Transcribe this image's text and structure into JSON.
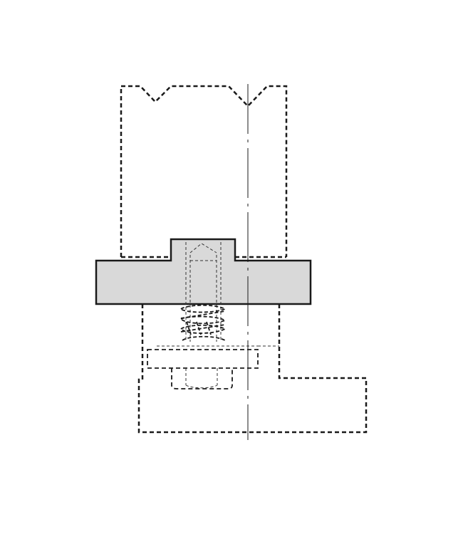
{
  "diagram": {
    "kind": "mechanical-assembly-drawing",
    "colors": {
      "background": "#ffffff",
      "line": "#1a1a1a",
      "fill": "#d9d9d9"
    },
    "parts": {
      "upper_block": "dashed",
      "base_plate": "solid",
      "spring": "dashed",
      "washer": "dashed",
      "nut": "dashed",
      "lower_bracket": "dashed",
      "center_axis": "dash-dot"
    }
  }
}
